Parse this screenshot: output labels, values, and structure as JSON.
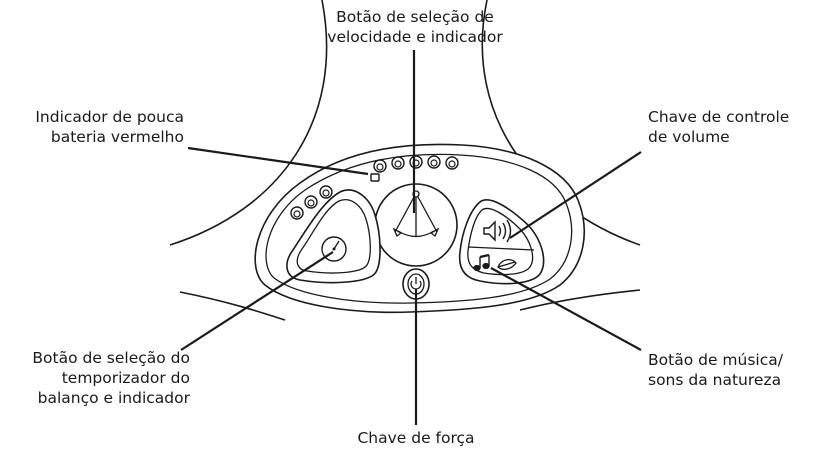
{
  "labels": {
    "speed": [
      "Botão de seleção de",
      "velocidade e indicador"
    ],
    "battery": [
      "Indicador de pouca",
      "bateria vermelho"
    ],
    "volume": [
      "Chave de controle",
      "de volume"
    ],
    "timer": [
      "Botão de seleção do",
      "temporizador do",
      "balanço e indicador"
    ],
    "music": [
      "Botão de música/",
      "sons da natureza"
    ],
    "power": [
      "Chave de força"
    ]
  },
  "colors": {
    "line": "#1a1a1a",
    "fill": "#ffffff"
  }
}
